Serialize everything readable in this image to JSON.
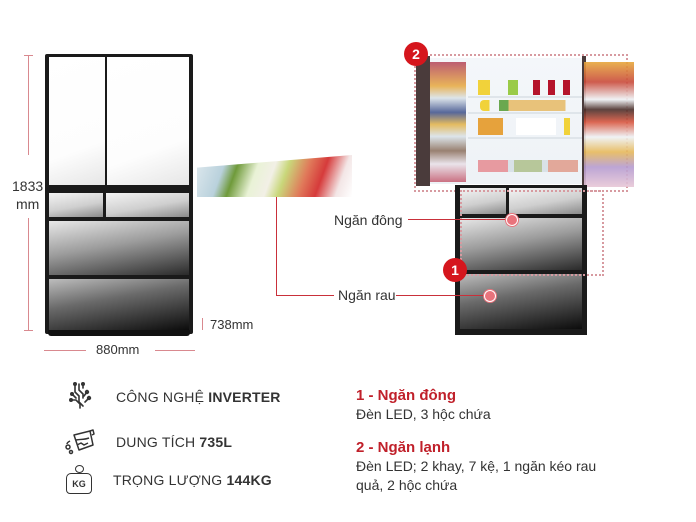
{
  "dimensions": {
    "height_value": "1833",
    "height_unit": "mm",
    "width": "880mm",
    "depth": "738mm"
  },
  "callouts": {
    "freezer_label": "Ngăn đông",
    "vegetable_label": "Ngăn rau",
    "badge_1": "1",
    "badge_2": "2"
  },
  "features": [
    {
      "icon": "circuit-icon",
      "label": "CÔNG NGHỆ ",
      "value": "INVERTER"
    },
    {
      "icon": "water-jug-icon",
      "label": "DUNG TÍCH ",
      "value": "735L"
    },
    {
      "icon": "weight-kg-icon",
      "label": "TRỌNG LƯỢNG ",
      "value": "144KG",
      "icon_text": "KG"
    }
  ],
  "specs": [
    {
      "title": "1 - Ngăn đông",
      "body": "Đèn LED, 3 hộc chứa"
    },
    {
      "title": "2 - Ngăn lạnh",
      "body_line1": "Đèn LED; 2 khay, 7 kệ, 1 ngăn kéo rau",
      "body_line2": "quả, 2 hộc chứa"
    }
  ],
  "colors": {
    "accent_red": "#d5161d",
    "title_red": "#c0202a",
    "dimension_line": "#d9898f"
  }
}
